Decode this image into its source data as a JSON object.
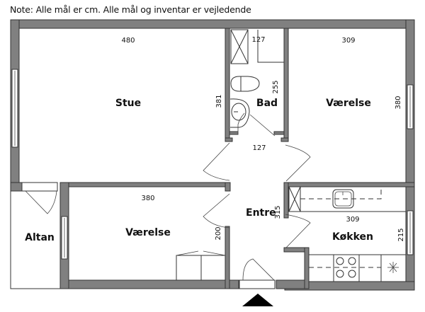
{
  "note": "Note: Alle mål er cm. Alle mål og inventar er vejledende",
  "rooms": {
    "stue": {
      "label": "Stue",
      "width": "480",
      "depth": "381"
    },
    "bad": {
      "label": "Bad",
      "width": "127",
      "depth": "255"
    },
    "vaerelse_top": {
      "label": "Værelse",
      "width": "309",
      "depth": "380"
    },
    "entre": {
      "label": "Entre",
      "width": "127",
      "depth": "315"
    },
    "vaerelse_bottom": {
      "label": "Værelse",
      "width": "380",
      "depth": "200"
    },
    "koekken": {
      "label": "Køkken",
      "width": "309",
      "depth": "215"
    },
    "altan": {
      "label": "Altan"
    }
  },
  "entrance_marker": "triangle-up",
  "colors": {
    "wall": "#808080",
    "outline": "#333333",
    "background": "#ffffff"
  }
}
